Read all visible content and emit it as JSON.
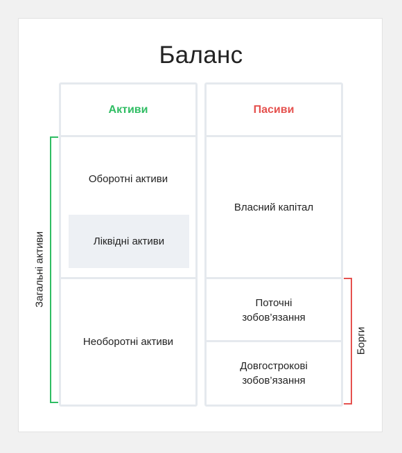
{
  "title": "Баланс",
  "colors": {
    "assets_accent": "#2fbd63",
    "liabilities_accent": "#e5514e",
    "border": "#e5e9ee",
    "highlight_fill": "#edf0f4"
  },
  "assets": {
    "header": "Активи",
    "current_assets": "Оборотні активи",
    "liquid_assets": "Ліквідні активи",
    "non_current_assets": "Необоротні активи"
  },
  "liabilities": {
    "header": "Пасиви",
    "equity": "Власний капітал",
    "current_liabilities": "Поточні зобов’язання",
    "long_term_liabilities": "Довгострокові зобов’язання"
  },
  "brackets": {
    "total_assets": "Загальні активи",
    "debts": "Борги"
  }
}
